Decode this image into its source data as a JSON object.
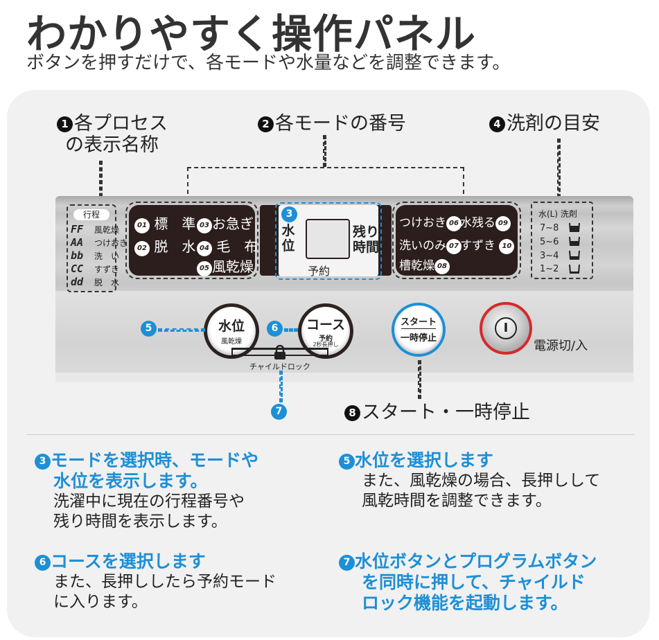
{
  "header": {
    "title": "わかりやすく操作パネル",
    "subtitle": "ボタンを押すだけで、各モードや水量などを調整できます。"
  },
  "annotations": {
    "a1": {
      "num": "1",
      "line1": "各プロセス",
      "line2": "の表示名称"
    },
    "a2": {
      "num": "2",
      "text": "各モードの番号"
    },
    "a4": {
      "num": "4",
      "text": "洗剤の目安"
    },
    "a8": {
      "num": "8",
      "text": "スタート・一時停止"
    },
    "a5": {
      "num": "5"
    },
    "a6": {
      "num": "6"
    },
    "a7": {
      "num": "7"
    },
    "a3": {
      "num": "3"
    }
  },
  "panel": {
    "stages": {
      "header": "行程",
      "rows": [
        {
          "seg": "FF",
          "label": "風乾燥"
        },
        {
          "seg": "AA",
          "label": "つけおき"
        },
        {
          "seg": "bb",
          "label": "洗　い"
        },
        {
          "seg": "CC",
          "label": "すずき"
        },
        {
          "seg": "dd",
          "label": "脱　水"
        }
      ]
    },
    "modes_left": [
      {
        "code": "01",
        "label": "標　準"
      },
      {
        "code": "03",
        "label": "お急ぎ"
      },
      {
        "code": "02",
        "label": "脱　水"
      },
      {
        "code": "04",
        "label": "毛　布"
      },
      {
        "code": "05",
        "label": "風乾燥"
      }
    ],
    "display": {
      "left_label": "水位",
      "right_label": "残り時間",
      "bottom_label": "予約"
    },
    "modes_right": [
      {
        "code": "06",
        "label": "つけおき"
      },
      {
        "code": "09",
        "label": "水残る"
      },
      {
        "code": "07",
        "label": "洗いのみ"
      },
      {
        "code": "10",
        "label": "すずき"
      },
      {
        "code": "08",
        "label": "槽乾燥"
      }
    ],
    "water_guide": {
      "header_water": "水(L)",
      "header_detergent": "洗剤",
      "rows": [
        "7~8",
        "5~6",
        "3~4",
        "1~2"
      ]
    },
    "buttons": {
      "water": {
        "label": "水位",
        "sub": "風乾燥"
      },
      "course": {
        "label": "コース",
        "sub1": "予約",
        "sub2": "2秒長押し"
      },
      "start": {
        "line1": "スタート",
        "line2": "一時停止"
      },
      "power": {
        "symbol": "I",
        "label": "電源切/入"
      },
      "child_lock": "チャイルドロック"
    }
  },
  "descriptions": {
    "d3": {
      "num": "3",
      "title1": "モードを選択時、モードや",
      "title2": "水位を表示します。",
      "body1": "洗濯中に現在の行程番号や",
      "body2": "残り時間を表示します。"
    },
    "d5": {
      "num": "5",
      "title": "水位を選択します",
      "body1": "また、風乾燥の場合、長押しして",
      "body2": "風乾時間を調整できます。"
    },
    "d6": {
      "num": "6",
      "title": "コースを選択します",
      "body1": "また、長押ししたら予約モード",
      "body2": "に入ります。"
    },
    "d7": {
      "num": "7",
      "title1": "水位ボタンとプログラムボタン",
      "title2": "を同時に押して、チャイルド",
      "title3": "ロック機能を起動します。"
    }
  },
  "colors": {
    "accent": "#1d8fd6",
    "panel_dark": "#2b1e1c",
    "power_ring": "#d42a2a"
  }
}
